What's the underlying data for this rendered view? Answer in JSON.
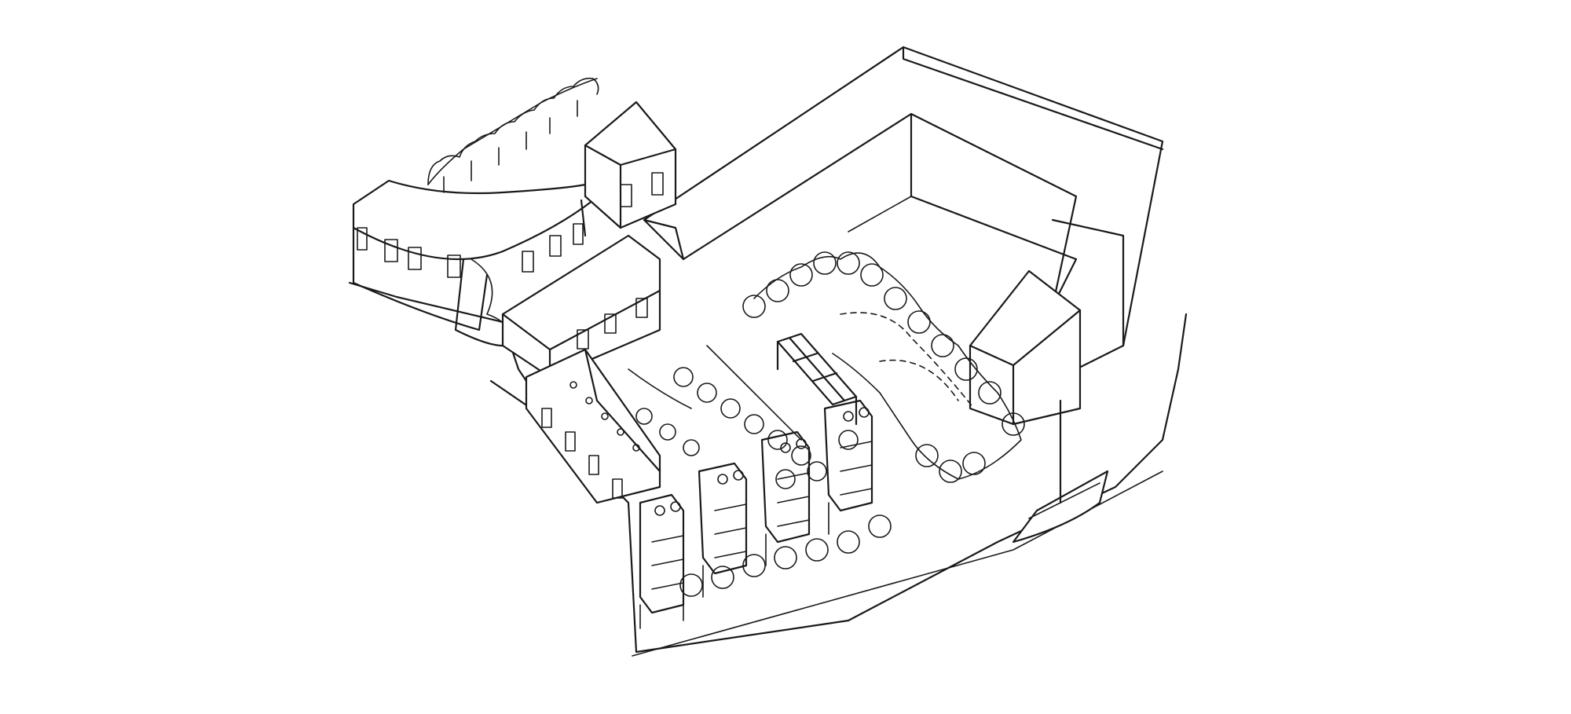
{
  "image": {
    "background_color": "#ffffff",
    "ink_color": "#1a1a1a"
  },
  "components": [
    {
      "name": "site-ground-outline"
    },
    {
      "name": "courtyard-block-building"
    },
    {
      "name": "curved-terrace-building"
    },
    {
      "name": "gabled-house-north"
    },
    {
      "name": "terrace-row-west"
    },
    {
      "name": "tower-house-row"
    },
    {
      "name": "gabled-house-east"
    },
    {
      "name": "pergola-structure"
    },
    {
      "name": "landscape-trees"
    },
    {
      "name": "sailing-boat"
    }
  ]
}
